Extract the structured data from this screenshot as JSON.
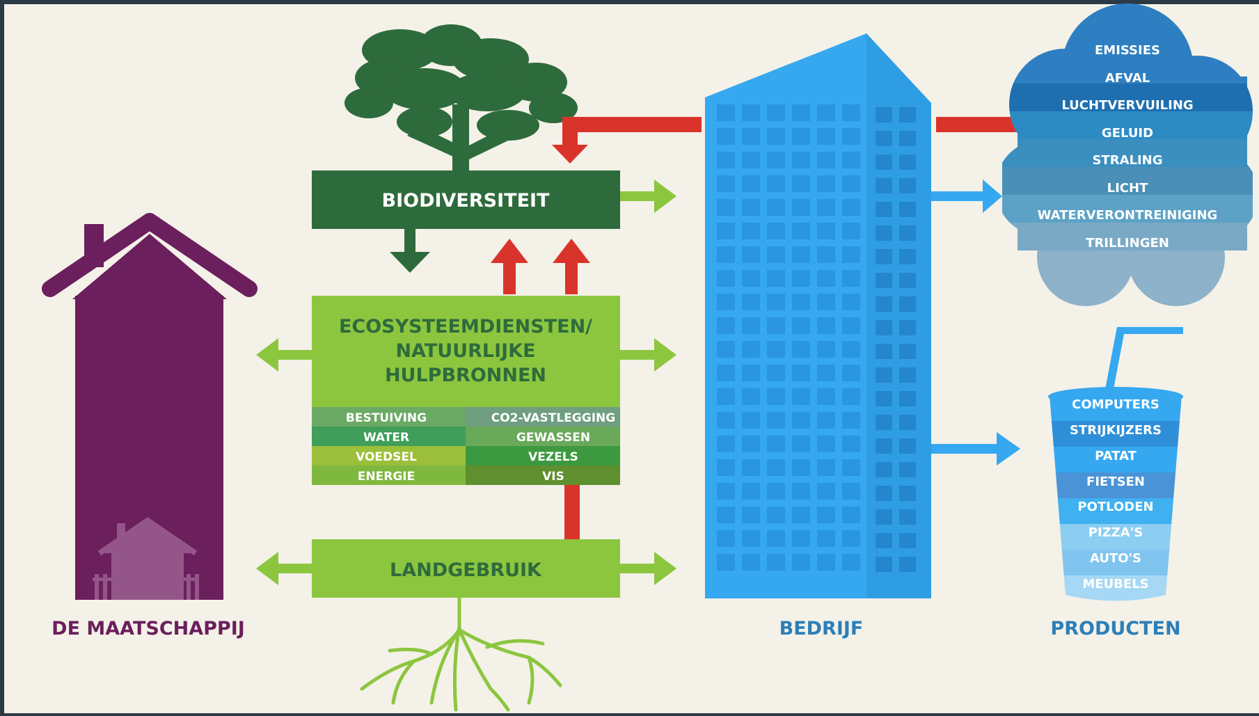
{
  "labels": {
    "society": "DE MAATSCHAPPIJ",
    "company": "BEDRIJF",
    "products_title": "PRODUCTEN"
  },
  "boxes": {
    "biodiversity": "BIODIVERSITEIT",
    "ecosystem_line1": "ECOSYSTEEMDIENSTEN/",
    "ecosystem_line2": "NATUURLIJKE",
    "ecosystem_line3": "HULPBRONNEN",
    "land_use": "LANDGEBRUIK"
  },
  "services": [
    {
      "left": "BESTUIVING",
      "right": "CO2-VASTLEGGING"
    },
    {
      "left": "WATER",
      "right": "GEWASSEN"
    },
    {
      "left": "VOEDSEL",
      "right": "VEZELS"
    },
    {
      "left": "ENERGIE",
      "right": "VIS"
    }
  ],
  "emissions": [
    "EMISSIES",
    "AFVAL",
    "LUCHTVERVUILING",
    "GELUID",
    "STRALING",
    "LICHT",
    "WATERVERONTREINIGING",
    "TRILLINGEN"
  ],
  "products": [
    "COMPUTERS",
    "STRIJKIJZERS",
    "PATAT",
    "FIETSEN",
    "POTLODEN",
    "PIZZA'S",
    "AUTO'S",
    "MEUBELS"
  ],
  "colors": {
    "background": "#f4f1e8",
    "frame": "#2b3a45",
    "house": "#6b1f5c",
    "dark_green": "#2e6b3c",
    "light_green": "#8cc63f",
    "red": "#d9342b",
    "blue": "#35a8f0",
    "label_blue": "#2c7fb8"
  }
}
